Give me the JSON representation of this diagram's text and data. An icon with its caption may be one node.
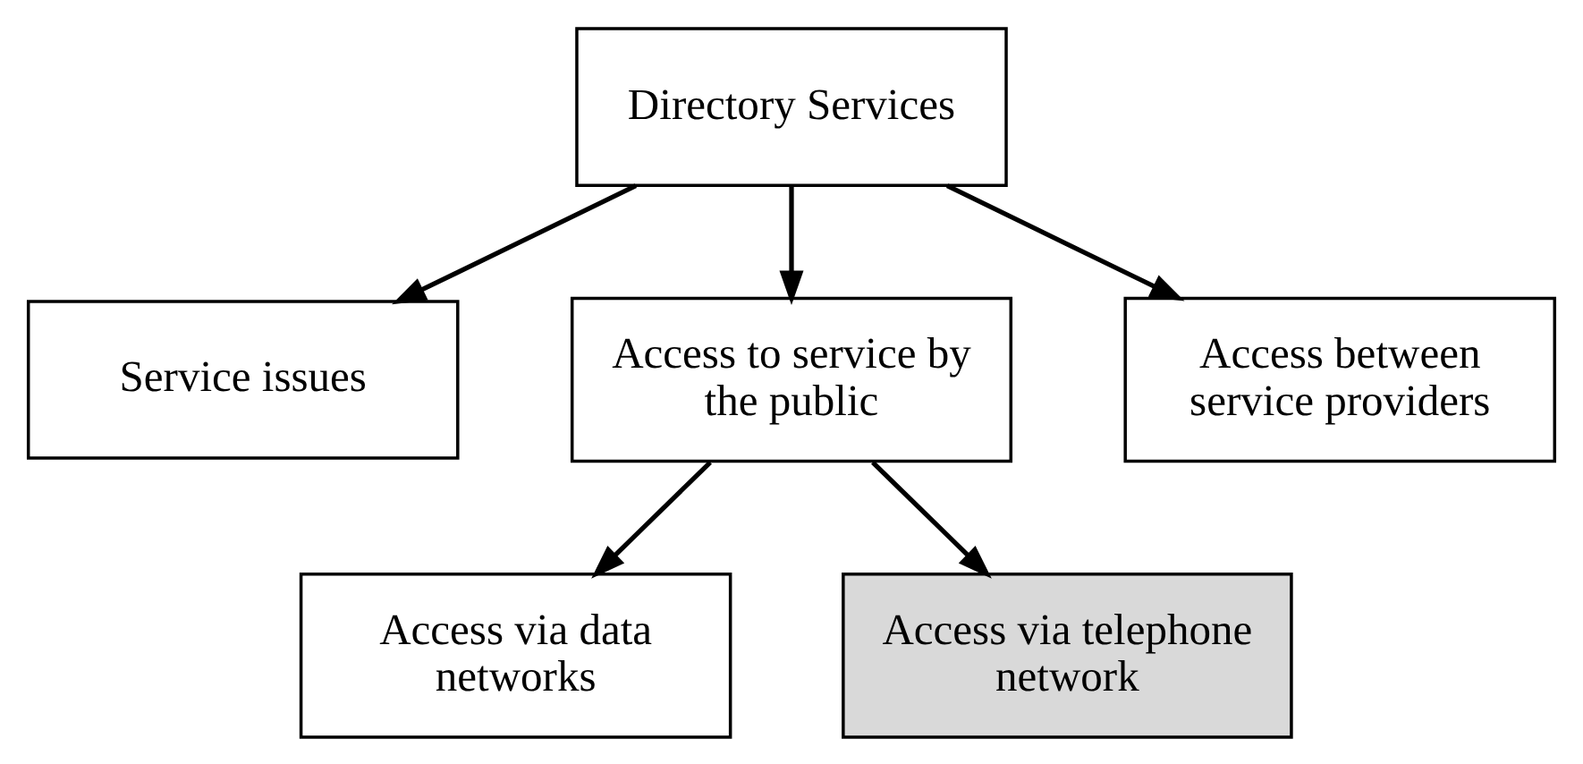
{
  "diagram": {
    "nodes": [
      {
        "text": [
          "Directory Services"
        ]
      },
      {
        "text": [
          "Service issues"
        ]
      },
      {
        "text": [
          "Access to service by the public"
        ]
      },
      {
        "text": [
          "Access between service providers"
        ]
      },
      {
        "text": [
          "Access via data networks"
        ]
      },
      {
        "text": [
          "Access via telephone network"
        ]
      }
    ],
    "edges": [
      {
        "from": 0,
        "to": 1,
        "arrow": "to"
      },
      {
        "from": 0,
        "to": 2,
        "arrow": "to"
      },
      {
        "from": 0,
        "to": 3,
        "arrow": "to"
      },
      {
        "from": 2,
        "to": 4,
        "arrow": "to"
      },
      {
        "from": 2,
        "to": 5,
        "arrow": "to"
      }
    ]
  }
}
